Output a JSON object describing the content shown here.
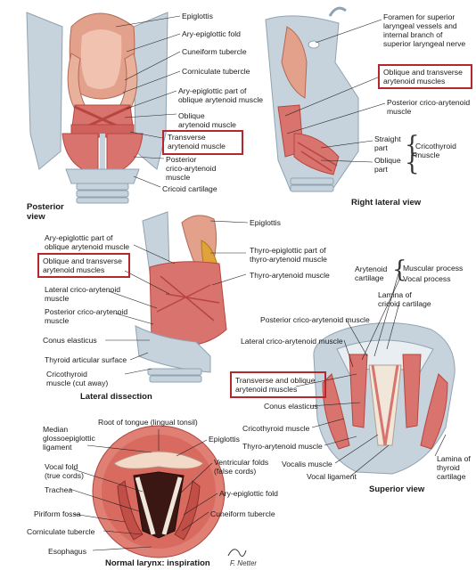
{
  "colors": {
    "muscle": "#d9736d",
    "muscle_dark": "#b8453f",
    "cartilage": "#c7d3dc",
    "cartilage_dark": "#8fa3b2",
    "epiglottis": "#e3a08a",
    "highlight_box": "#b3272d"
  },
  "panels": {
    "posterior": {
      "caption_line1": "Posterior",
      "caption_line2": "view",
      "labels": {
        "epiglottis": "Epiglottis",
        "ary_epiglottic_fold": "Ary-epiglottic fold",
        "cuneiform_tubercle": "Cuneiform tubercle",
        "corniculate_tubercle": "Corniculate tubercle",
        "ary_epi_part_1": "Ary-epiglottic part of",
        "ary_epi_part_2": "oblique arytenoid muscle",
        "oblique_1": "Oblique",
        "oblique_2": "arytenoid muscle",
        "transverse_1": "Transverse",
        "transverse_2": "arytenoid muscle",
        "posterior_crico_1": "Posterior",
        "posterior_crico_2": "crico-arytenoid",
        "posterior_crico_3": "muscle",
        "cricoid_cartilage": "Cricoid cartilage"
      }
    },
    "right_lateral": {
      "caption": "Right lateral view",
      "labels": {
        "foramen_1": "Foramen for superior",
        "foramen_2": "laryngeal vessels and",
        "foramen_3": "internal branch of",
        "foramen_4": "superior laryngeal nerve",
        "oblique_transverse_1": "Oblique and transverse",
        "oblique_transverse_2": "arytenoid muscles",
        "posterior_crico_1": "Posterior crico-arytenoid",
        "posterior_crico_2": "muscle",
        "straight_1": "Straight",
        "straight_2": "part",
        "oblique_part_1": "Oblique",
        "oblique_part_2": "part",
        "cricothyroid_1": "Cricothyroid",
        "cricothyroid_2": "muscle"
      }
    },
    "lateral_dissection": {
      "caption": "Lateral dissection",
      "labels": {
        "epiglottis": "Epiglottis",
        "ary_epi_1": "Ary-epiglottic part of",
        "ary_epi_2": "oblique arytenoid muscle",
        "thyro_epi_1": "Thyro-epiglottic part of",
        "thyro_epi_2": "thyro-arytenoid muscle",
        "thyro_arytenoid": "Thyro-arytenoid muscle",
        "oblique_transverse_1": "Oblique and transverse",
        "oblique_transverse_2": "arytenoid muscles",
        "lateral_crico_1": "Lateral crico-arytenoid",
        "lateral_crico_2": "muscle",
        "posterior_crico_1": "Posterior crico-arytenoid",
        "posterior_crico_2": "muscle",
        "conus": "Conus elasticus",
        "thyroid_articular": "Thyroid articular surface",
        "cricothyroid_1": "Cricothyroid",
        "cricothyroid_2": "muscle (cut away)"
      }
    },
    "superior": {
      "caption": "Superior view",
      "labels": {
        "arytenoid_1": "Arytenoid",
        "arytenoid_2": "cartilage",
        "muscular_process": "Muscular process",
        "vocal_process": "Vocal process",
        "lamina_cricoid_1": "Lamina of",
        "lamina_cricoid_2": "cricoid cartilage",
        "posterior_crico": "Posterior crico-arytenoid muscle",
        "lateral_crico": "Lateral crico-arytenoid muscle",
        "transverse_oblique_1": "Transverse and oblique",
        "transverse_oblique_2": "arytenoid muscles",
        "conus": "Conus  elasticus",
        "cricothyroid": "Cricothyroid muscle",
        "thyro_arytenoid": "Thyro-arytenoid muscle",
        "vocalis": "Vocalis muscle",
        "vocal_ligament": "Vocal ligament",
        "lamina_thyroid_1": "Lamina of",
        "lamina_thyroid_2": "thyroid",
        "lamina_thyroid_3": "cartilage"
      }
    },
    "normal_larynx": {
      "caption": "Normal larynx: inspiration",
      "signature": "F. Netter",
      "labels": {
        "root_tongue": "Root of tongue (lingual tonsil)",
        "median_1": "Median",
        "median_2": "glossoepiglottic",
        "median_3": "ligament",
        "epiglottis": "Epiglottis",
        "vocal_fold_1": "Vocal fold",
        "vocal_fold_2": "(true cords)",
        "ventricular_1": "Ventricular folds",
        "ventricular_2": "(false cords)",
        "trachea": "Trachea",
        "ary_epi_fold": "Ary-epiglottic fold",
        "piriform": "Piriform fossa",
        "cuneiform": "Cuneiform tubercle",
        "corniculate": "Corniculate tubercle",
        "esophagus": "Esophagus"
      }
    }
  }
}
